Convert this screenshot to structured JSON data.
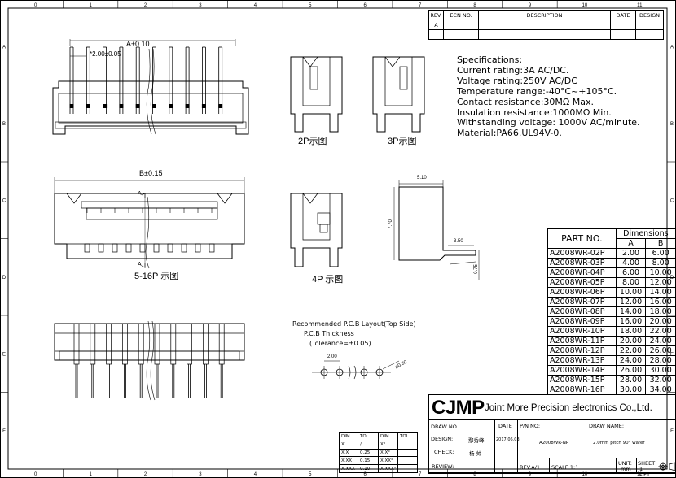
{
  "grid": {
    "cols": [
      "0",
      "1",
      "2",
      "3",
      "4",
      "5",
      "6",
      "7",
      "8",
      "9",
      "10",
      "11"
    ],
    "rows": [
      "A",
      "B",
      "C",
      "D",
      "E",
      "F"
    ]
  },
  "revision_table": {
    "headers": [
      "REV.",
      "ECN NO.",
      "DESCRIPTION",
      "DATE",
      "DESIGN"
    ],
    "rows": [
      [
        "A",
        "",
        "",
        "",
        ""
      ]
    ]
  },
  "views": {
    "top_dim_a": "A±0.10",
    "top_dim_pitch": "*2.00±0.05",
    "view_2p": "2P示图",
    "view_3p": "3P示图",
    "front_dim_b": "B±0.15",
    "section_a": "A",
    "view_516p": "5-16P 示图",
    "view_4p": "4P 示图",
    "side_dim_510": "5.10",
    "side_dim_770": "7.70",
    "side_dim_350": "3.50",
    "side_dim_075": "0.75"
  },
  "pcb": {
    "title": "Recommended P.C.B Layout(Top Side)",
    "thickness": "P.C.B Thickness",
    "tolerance": "(Tolerance=±0.05)",
    "pitch": "2.00",
    "hole": "ø0.80"
  },
  "specifications": [
    "Specifications:",
    "Current rating:3A AC/DC.",
    "Voltage rating:250V AC/DC",
    "Temperature range:-40°C~+105°C.",
    "Contact resistance:30MΩ Max.",
    "Insulation resistance:1000MΩ Min.",
    "Withstanding voltage: 1000V AC/minute.",
    "Material:PA66.UL94V-0."
  ],
  "dimensions_table": {
    "part_header": "PART NO.",
    "group_header": "Dimensions",
    "col_a": "A",
    "col_b": "B",
    "rows": [
      [
        "A2008WR-02P",
        "2.00",
        "6.00"
      ],
      [
        "A2008WR-03P",
        "4.00",
        "8.00"
      ],
      [
        "A2008WR-04P",
        "6.00",
        "10.00"
      ],
      [
        "A2008WR-05P",
        "8.00",
        "12.00"
      ],
      [
        "A2008WR-06P",
        "10.00",
        "14.00"
      ],
      [
        "A2008WR-07P",
        "12.00",
        "16.00"
      ],
      [
        "A2008WR-08P",
        "14.00",
        "18.00"
      ],
      [
        "A2008WR-09P",
        "16.00",
        "20.00"
      ],
      [
        "A2008WR-10P",
        "18.00",
        "22.00"
      ],
      [
        "A2008WR-11P",
        "20.00",
        "24.00"
      ],
      [
        "A2008WR-12P",
        "22.00",
        "26.00"
      ],
      [
        "A2008WR-13P",
        "24.00",
        "28.00"
      ],
      [
        "A2008WR-14P",
        "26.00",
        "30.00"
      ],
      [
        "A2008WR-15P",
        "28.00",
        "32.00"
      ],
      [
        "A2008WR-16P",
        "30.00",
        "34.00"
      ]
    ]
  },
  "tolerance_table": {
    "headers": [
      "DIM",
      "TOL",
      "DIM",
      "TOL"
    ],
    "rows": [
      [
        "X.",
        "/",
        "X°",
        ""
      ],
      [
        "X.X",
        "0.25",
        "X.X°",
        ""
      ],
      [
        "X.XX",
        "0.15",
        "X.XX°",
        ""
      ],
      [
        "X.XXX",
        "0.10",
        "X.XXX°",
        ""
      ]
    ]
  },
  "title_block": {
    "logo": "CJMP",
    "company": "Joint More Precision electronics Co.,Ltd.",
    "draw_no_label": "DRAW NO.",
    "date_label": "DATE",
    "pn_label": "P/N NO:",
    "pn_value": "A2008WR-NP",
    "draw_name_label": "DRAW NAME:",
    "draw_name_value": "2.0mm pitch 90° wafer",
    "design_label": "DESIGN:",
    "design_value": "鄢秀峰",
    "date_value": "2017.06.03",
    "check_label": "CHECK:",
    "check_value": "杨 帅",
    "review_label": "REVIEW:",
    "rev_label": "REV.A/1",
    "scale_label": "SCALE 1:1",
    "unit_label": "UNIT:",
    "unit_value": "mm",
    "sheet_label": "SHEET",
    "sheet_value": "1 OF1"
  }
}
